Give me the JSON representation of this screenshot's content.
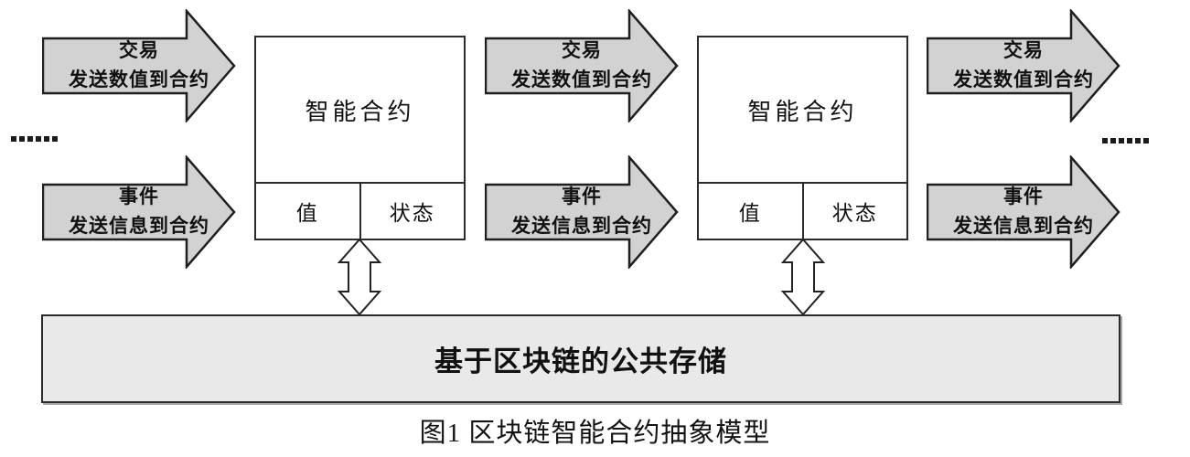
{
  "colors": {
    "arrow_fill": "#d2d2d2",
    "arrow_stroke": "#1f1f1f",
    "box_border": "#2b2b2b",
    "bar_fill": "#e9e9e9",
    "text": "#111111"
  },
  "ellipsis": {
    "left": "……",
    "right": "……"
  },
  "arrow_groups": [
    {
      "transaction": {
        "line1": "交易",
        "line2": "发送数值到合约"
      },
      "event": {
        "line1": "事件",
        "line2": "发送信息到合约"
      }
    },
    {
      "transaction": {
        "line1": "交易",
        "line2": "发送数值到合约"
      },
      "event": {
        "line1": "事件",
        "line2": "发送信息到合约"
      }
    },
    {
      "transaction": {
        "line1": "交易",
        "line2": "发送数值到合约"
      },
      "event": {
        "line1": "事件",
        "line2": "发送信息到合约"
      }
    }
  ],
  "contracts": [
    {
      "title": "智能合约",
      "value_cell": "值",
      "state_cell": "状态"
    },
    {
      "title": "智能合约",
      "value_cell": "值",
      "state_cell": "状态"
    }
  ],
  "storage": {
    "label": "基于区块链的公共存储"
  },
  "caption": {
    "text": "图1 区块链智能合约抽象模型"
  }
}
